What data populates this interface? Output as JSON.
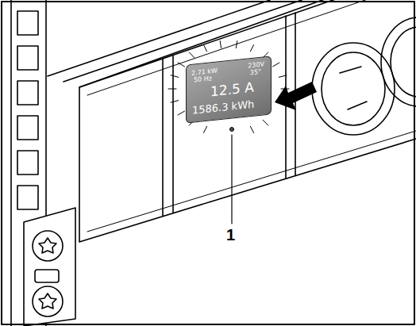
{
  "diagram": {
    "nodes": [
      {
        "text": [
          "2.71 kW",
          "50 Hz",
          "230V",
          "35°",
          "12.5 A",
          "1586.3 kWh"
        ]
      }
    ],
    "labels": [
      "1"
    ]
  }
}
